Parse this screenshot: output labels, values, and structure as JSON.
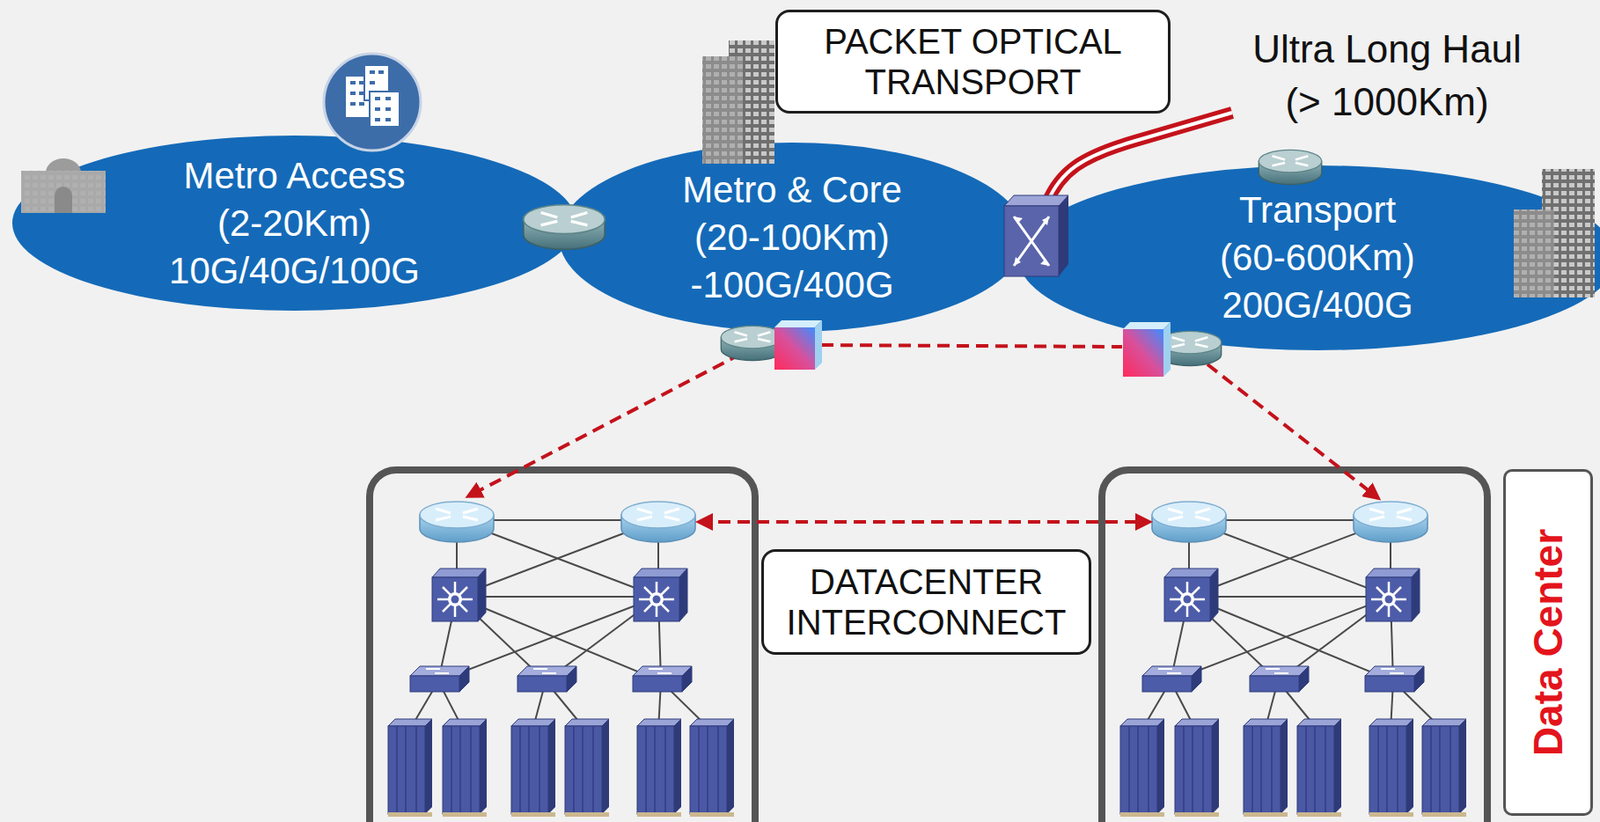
{
  "diagram": {
    "nodes": [
      {
        "text": [
          "PACKET OPTICAL TRANSPORT"
        ]
      },
      {
        "text": [
          "Metro Access",
          "(2-20Km)",
          "10G/40G/100G"
        ]
      },
      {
        "text": [
          "Metro & Core",
          "(20-100Km)",
          "-100G/400G"
        ]
      },
      {
        "text": [
          "Transport",
          "(60-600Km)",
          "200G/400G"
        ]
      },
      {
        "text": [
          "DATACENTER INTERCONNECT"
        ]
      },
      {
        "text": [
          "Data Center"
        ]
      }
    ],
    "labels": [
      "Ultra Long Haul (> 1000Km)"
    ]
  }
}
